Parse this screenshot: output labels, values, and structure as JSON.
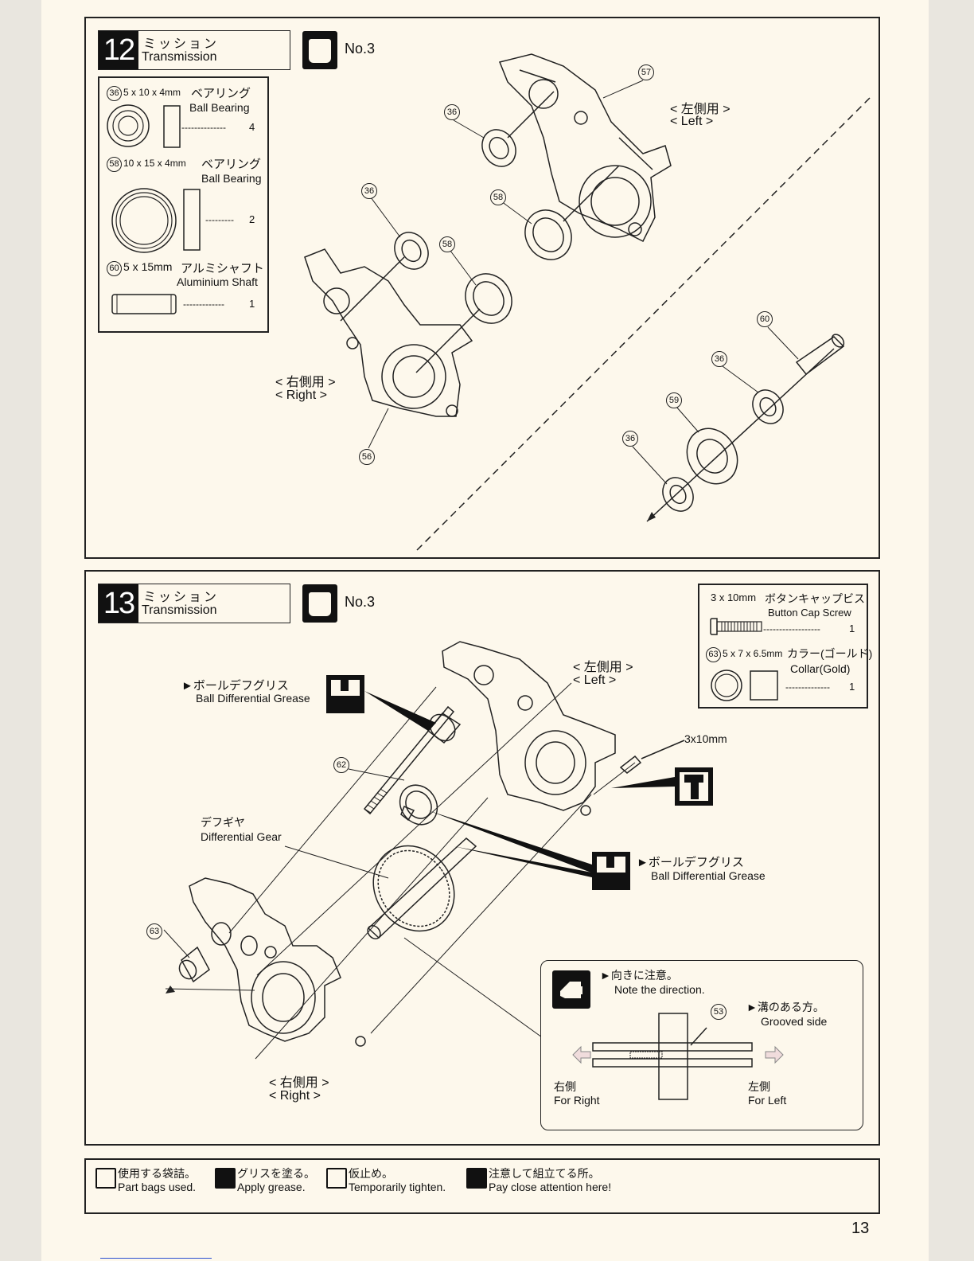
{
  "step12": {
    "number": "12",
    "title_jp": "ミッション",
    "title_en": "Transmission",
    "bag": "No.3",
    "parts": [
      {
        "id": "36",
        "size": "5 x 10 x 4mm",
        "name_jp": "ベアリング",
        "name_en": "Ball Bearing",
        "qty": "4"
      },
      {
        "id": "58",
        "size": "10 x 15 x 4mm",
        "name_jp": "ベアリング",
        "name_en": "Ball Bearing",
        "qty": "2"
      },
      {
        "id": "60",
        "size": "5 x 15mm",
        "name_jp": "アルミシャフト",
        "name_en": "Aluminium Shaft",
        "qty": "1"
      }
    ],
    "left_jp": "< 左側用 >",
    "left_en": "< Left >",
    "right_jp": "< 右側用 >",
    "right_en": "< Right >",
    "callouts": [
      "57",
      "36",
      "58",
      "36",
      "58",
      "56",
      "60",
      "36",
      "59",
      "36"
    ]
  },
  "step13": {
    "number": "13",
    "title_jp": "ミッション",
    "title_en": "Transmission",
    "bag": "No.3",
    "parts": [
      {
        "id": "",
        "size": "3 x 10mm",
        "name_jp": "ボタンキャップビス",
        "name_en": "Button Cap Screw",
        "qty": "1"
      },
      {
        "id": "63",
        "size": "5 x 7 x 6.5mm",
        "name_jp": "カラー(ゴールド)",
        "name_en": "Collar(Gold)",
        "qty": "1"
      }
    ],
    "left_jp": "< 左側用 >",
    "left_en": "< Left >",
    "right_jp": "< 右側用 >",
    "right_en": "< Right >",
    "grease1_jp": "►ボールデフグリス",
    "grease1_en": "Ball Differential Grease",
    "grease2_jp": "►ボールデフグリス",
    "grease2_en": "Ball Differential Grease",
    "screw_label": "3x10mm",
    "diffgear_jp": "デフギヤ",
    "diffgear_en": "Differential Gear",
    "callouts": [
      "62",
      "63",
      "53"
    ],
    "note": {
      "title_jp": "►向きに注意。",
      "title_en": "Note the direction.",
      "groove_jp": "►溝のある方。",
      "groove_en": "Grooved side",
      "right_jp": "右側",
      "right_en": "For Right",
      "left_jp": "左側",
      "left_en": "For Left"
    }
  },
  "legend": [
    {
      "icon": "bag-icon",
      "jp": "使用する袋詰。",
      "en": "Part bags used."
    },
    {
      "icon": "grease-icon",
      "jp": "グリスを塗る。",
      "en": "Apply grease."
    },
    {
      "icon": "tighten-icon",
      "jp": "仮止め。",
      "en": "Temporarily tighten."
    },
    {
      "icon": "attention-hand-icon",
      "jp": "注意して組立てる所。",
      "en": "Pay close attention here!"
    }
  ],
  "page_number": "13"
}
